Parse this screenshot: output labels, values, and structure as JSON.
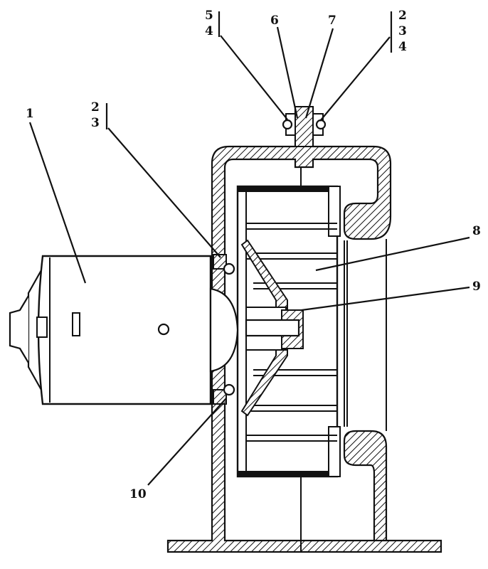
{
  "callouts": {
    "c1": "1",
    "c23_left_top": "2",
    "c23_left_bottom": "3",
    "c54_top": "5",
    "c54_bottom": "4",
    "c6": "6",
    "c7": "7",
    "c234_top": "2",
    "c234_mid": "3",
    "c234_bottom": "4",
    "c8": "8",
    "c9": "9",
    "c10": "10"
  },
  "colors": {
    "ink": "#111111",
    "background": "#ffffff"
  }
}
